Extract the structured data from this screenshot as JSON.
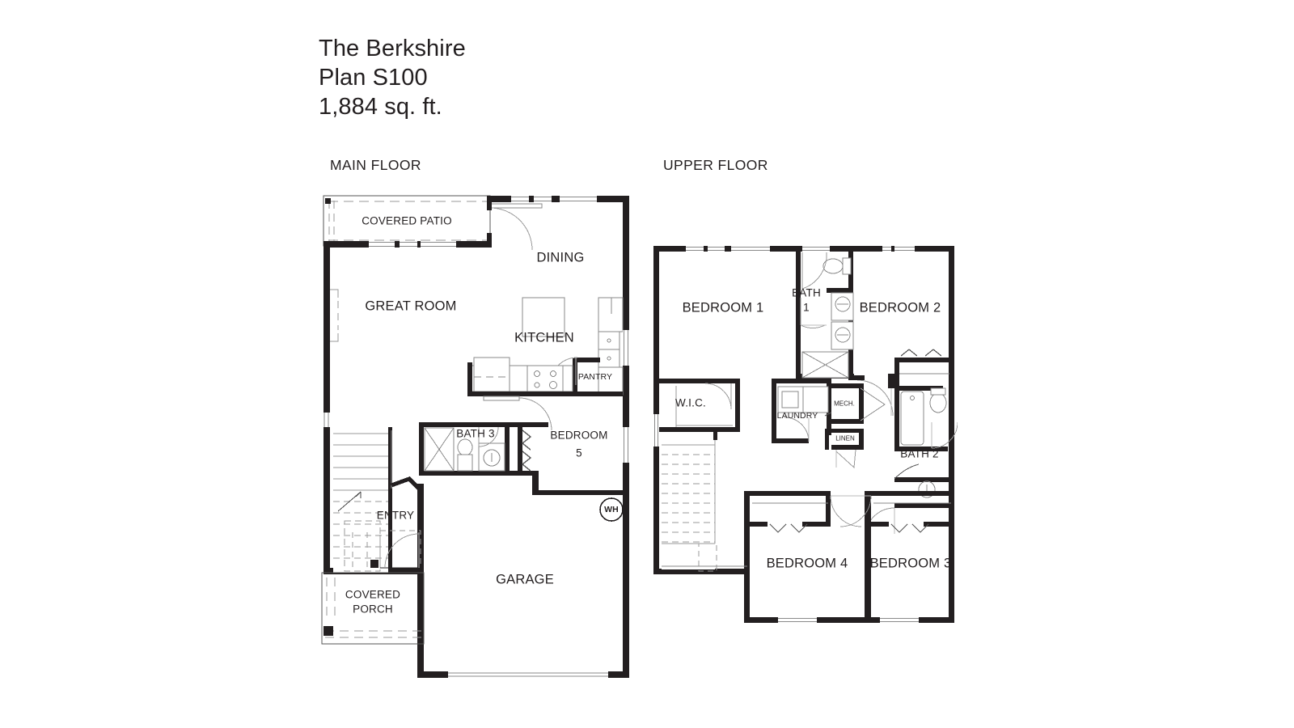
{
  "title": {
    "line1": "The Berkshire",
    "line2": "Plan S100",
    "line3": "1,884 sq. ft."
  },
  "captions": {
    "main": "MAIN FLOOR",
    "upper": "UPPER FLOOR"
  },
  "main_floor": {
    "rooms": [
      {
        "key": "covered_patio",
        "label": "COVERED PATIO"
      },
      {
        "key": "great_room",
        "label": "GREAT ROOM"
      },
      {
        "key": "dining",
        "label": "DINING"
      },
      {
        "key": "kitchen",
        "label": "KITCHEN"
      },
      {
        "key": "pantry",
        "label": "PANTRY"
      },
      {
        "key": "bath_3",
        "label": "BATH 3"
      },
      {
        "key": "bedroom_5_l1",
        "label": "BEDROOM"
      },
      {
        "key": "bedroom_5_l2",
        "label": "5"
      },
      {
        "key": "entry",
        "label": "ENTRY"
      },
      {
        "key": "garage",
        "label": "GARAGE"
      },
      {
        "key": "covered_porch_l1",
        "label": "COVERED"
      },
      {
        "key": "covered_porch_l2",
        "label": "PORCH"
      },
      {
        "key": "water_heater",
        "label": "WH"
      }
    ]
  },
  "upper_floor": {
    "rooms": [
      {
        "key": "bedroom_1",
        "label": "BEDROOM 1"
      },
      {
        "key": "bedroom_2",
        "label": "BEDROOM 2"
      },
      {
        "key": "bath_1_l1",
        "label": "BATH"
      },
      {
        "key": "bath_1_l2",
        "label": "1"
      },
      {
        "key": "bath_2",
        "label": "BATH 2"
      },
      {
        "key": "wic",
        "label": "W.I.C."
      },
      {
        "key": "laundry",
        "label": "LAUNDRY"
      },
      {
        "key": "mech",
        "label": "MECH."
      },
      {
        "key": "linen",
        "label": "LINEN"
      },
      {
        "key": "bedroom_3",
        "label": "BEDROOM 3"
      },
      {
        "key": "bedroom_4",
        "label": "BEDROOM 4"
      }
    ]
  },
  "colors": {
    "background": "#ffffff",
    "ink": "#231f20",
    "wall": "#231f20",
    "thin_line": "#7f7f7f",
    "fixture_line": "#8a8a8a"
  }
}
